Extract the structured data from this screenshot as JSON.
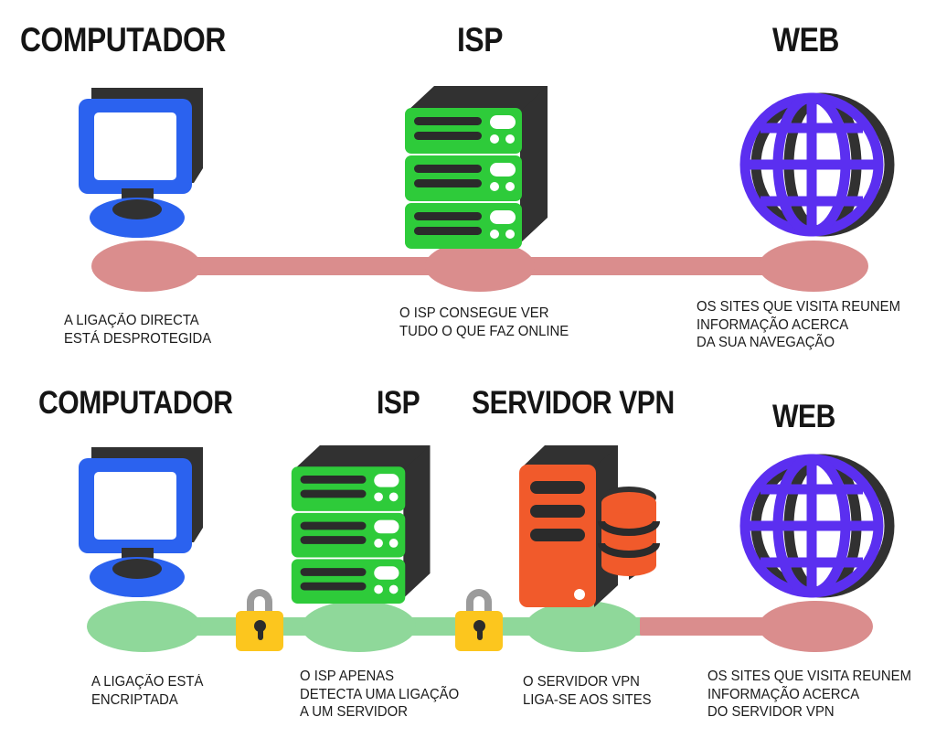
{
  "diagram": {
    "title_semantic": "vpn-vs-direct-connection-comparison",
    "language": "pt-PT"
  },
  "colors": {
    "blue_monitor": "#2b62ef",
    "dark": "#313131",
    "green_server": "#2ecb3a",
    "purple_globe": "#5b2ff0",
    "orange_server": "#f15a2b",
    "pink_rail": "#da8d8d",
    "green_rail": "#8fd89a",
    "lock_yellow": "#fcc61e",
    "lock_shackle_gray": "#9b9b9b",
    "text": "#1b1b1b",
    "background": "#ffffff"
  },
  "row_unprotected": {
    "name": "direct-unprotected-connection",
    "rail_color": "#da8d8d",
    "stages": [
      {
        "heading": "COMPUTADOR",
        "icon": "desktop-monitor-icon",
        "caption_lines": [
          "A LIGAÇÃO DIRECTA",
          "ESTÁ DESPROTEGIDA"
        ]
      },
      {
        "heading": "ISP",
        "icon": "rack-server-icon",
        "caption_lines": [
          "O ISP CONSEGUE VER",
          "TUDO O QUE FAZ ONLINE"
        ]
      },
      {
        "heading": "WEB",
        "icon": "globe-icon",
        "caption_lines": [
          "OS SITES QUE VISITA REUNEM",
          "INFORMAÇÃO ACERCA",
          "DA SUA NAVEGAÇÃO"
        ]
      }
    ]
  },
  "row_vpn": {
    "name": "vpn-protected-connection",
    "rail_color_encrypted": "#8fd89a",
    "rail_color_open": "#da8d8d",
    "stages": [
      {
        "heading": "COMPUTADOR",
        "icon": "desktop-monitor-icon",
        "caption_lines": [
          "A LIGAÇÃO ESTÁ",
          "ENCRIPTADA"
        ]
      },
      {
        "heading": "ISP",
        "icon": "rack-server-icon",
        "caption_lines": [
          "O ISP APENAS",
          "DETECTA UMA LIGAÇÃO",
          "A UM SERVIDOR"
        ]
      },
      {
        "heading": "SERVIDOR VPN",
        "icon": "vpn-server-tower-icon",
        "caption_lines": [
          "O SERVIDOR VPN",
          "LIGA-SE AOS SITES"
        ]
      },
      {
        "heading": "WEB",
        "icon": "globe-icon",
        "caption_lines": [
          "OS SITES QUE VISITA REUNEM",
          "INFORMAÇÃO ACERCA",
          "DO SERVIDOR VPN"
        ]
      }
    ],
    "locks": [
      {
        "name": "padlock-computer-to-isp"
      },
      {
        "name": "padlock-isp-to-vpn"
      }
    ]
  }
}
